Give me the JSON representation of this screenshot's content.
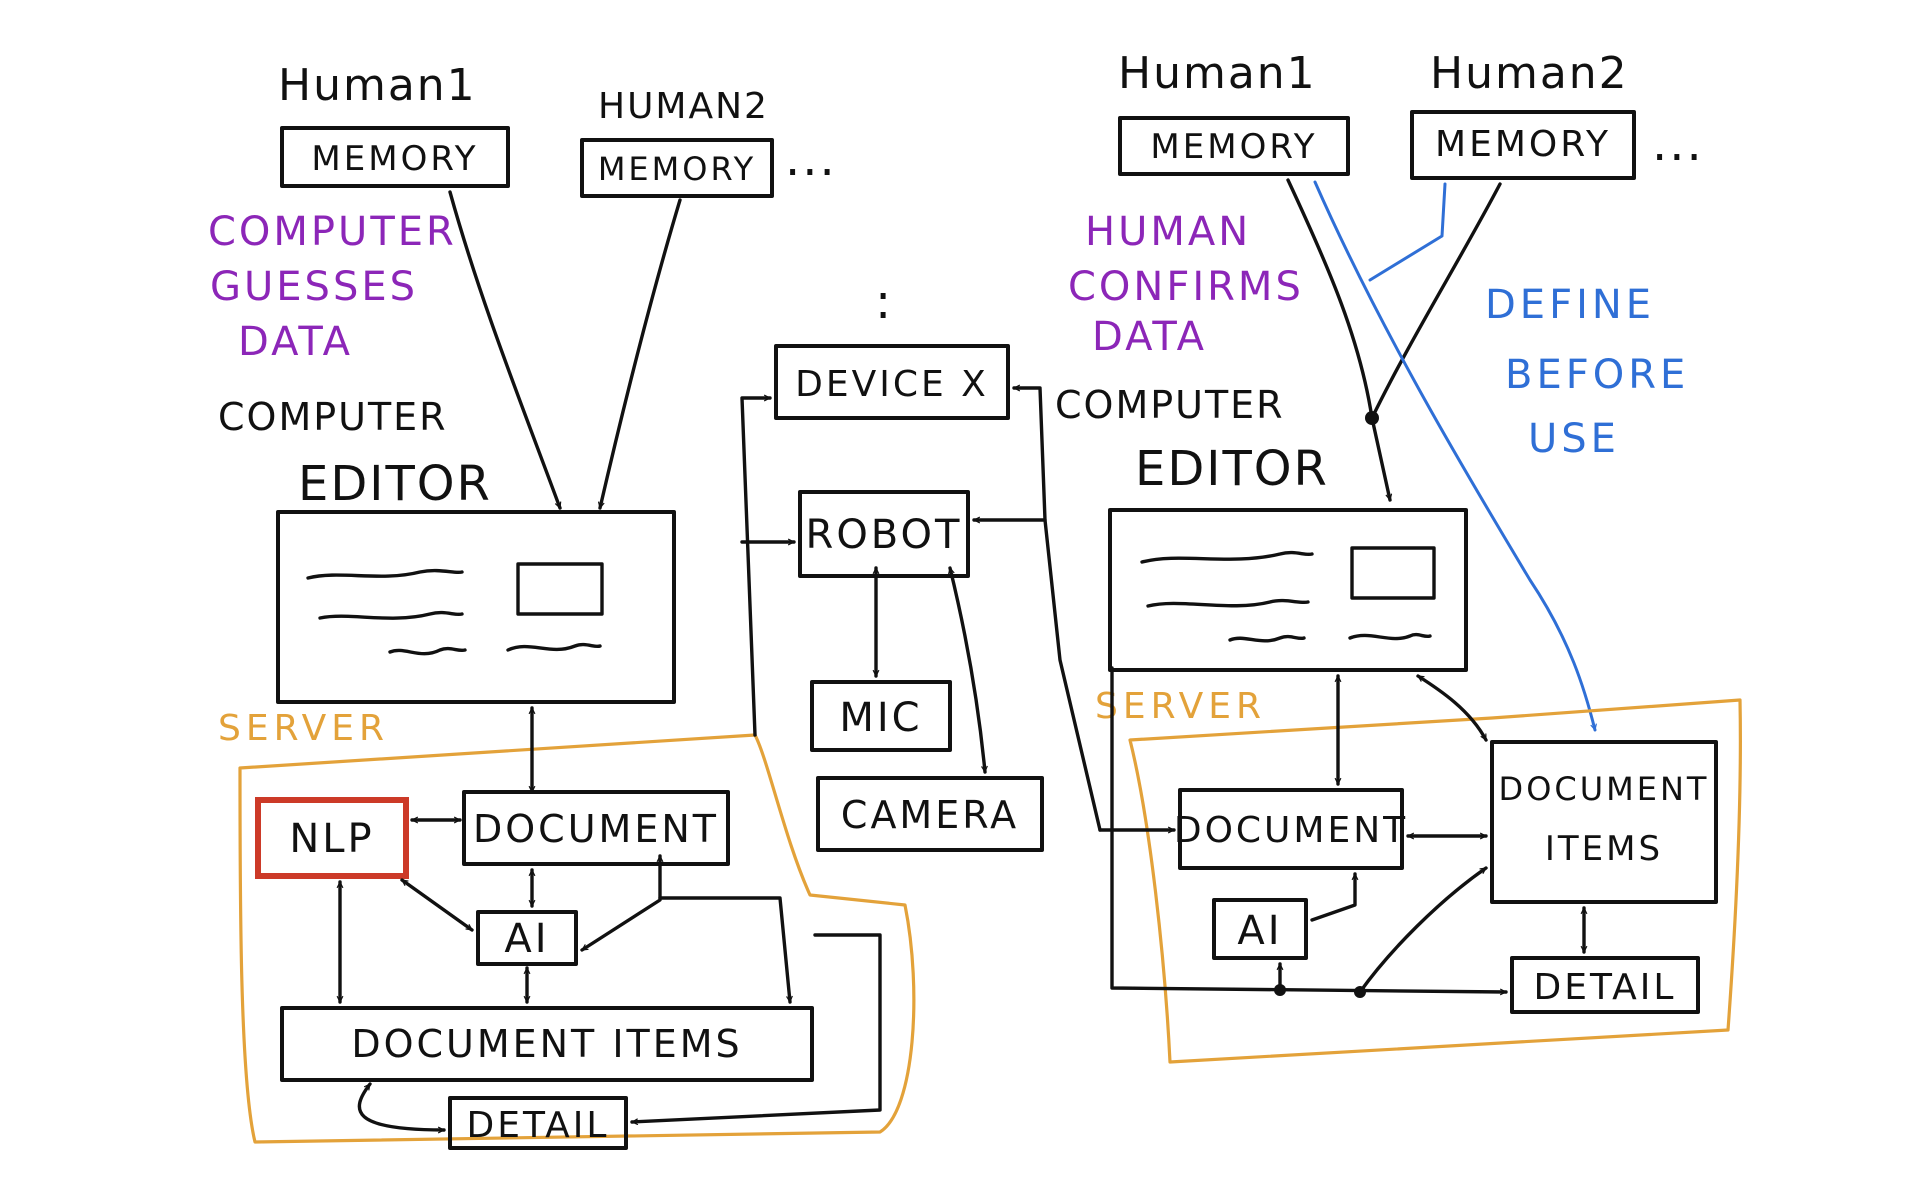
{
  "colors": {
    "ink": "#111111",
    "server": "#e3a23a",
    "purple_note": "#8c26b8",
    "blue_note": "#2f6fd6",
    "nlp_highlight": "#cc3a28"
  },
  "left": {
    "human1": "Human1",
    "human2": "HUMAN2",
    "memory1": "MEMORY",
    "memory2": "MEMORY",
    "ellipsis": "...",
    "note": [
      "COMPUTER",
      "GUESSES",
      "DATA"
    ],
    "editor_label": [
      "COMPUTER",
      "EDITOR"
    ],
    "server_label": "SERVER",
    "nlp": "NLP",
    "document": "DOCUMENT",
    "ai": "AI",
    "document_items": "DOCUMENT ITEMS",
    "detail": "DETAIL"
  },
  "middle": {
    "ellipsis": ":",
    "device_x": "DEVICE X",
    "robot": "ROBOT",
    "mic": "MIC",
    "camera": "CAMERA"
  },
  "right": {
    "human1": "Human1",
    "human2": "Human2",
    "memory1": "MEMORY",
    "memory2": "MEMORY",
    "ellipsis": "...",
    "note": [
      "HUMAN",
      "CONFIRMS",
      "DATA"
    ],
    "editor_label": [
      "COMPUTER",
      "EDITOR"
    ],
    "blue_note": [
      "DEFINE",
      "BEFORE",
      "USE"
    ],
    "server_label": "SERVER",
    "document": "DOCUMENT",
    "ai": "AI",
    "document_items": [
      "DOCUMENT",
      "ITEMS"
    ],
    "detail": "DETAIL"
  }
}
